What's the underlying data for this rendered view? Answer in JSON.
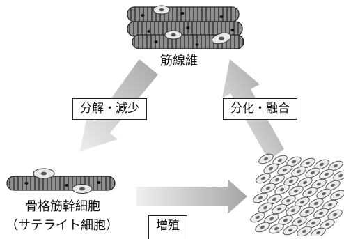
{
  "labels": {
    "muscle_fiber": "筋線維",
    "decompose_decrease": "分解・減少",
    "differentiate_fuse": "分化・融合",
    "satellite_cell_line1": "骨格筋幹細胞",
    "satellite_cell_line2": "（サテライト細胞）",
    "proliferation": "増殖"
  },
  "colors": {
    "arrow_light": "#e6e6e6",
    "arrow_dark": "#9a9a9a",
    "fiber_fill": "#8e8e8e",
    "fiber_stripe": "#2a2a2a",
    "cell_fill": "#ececec",
    "cell_stroke": "#555555"
  }
}
